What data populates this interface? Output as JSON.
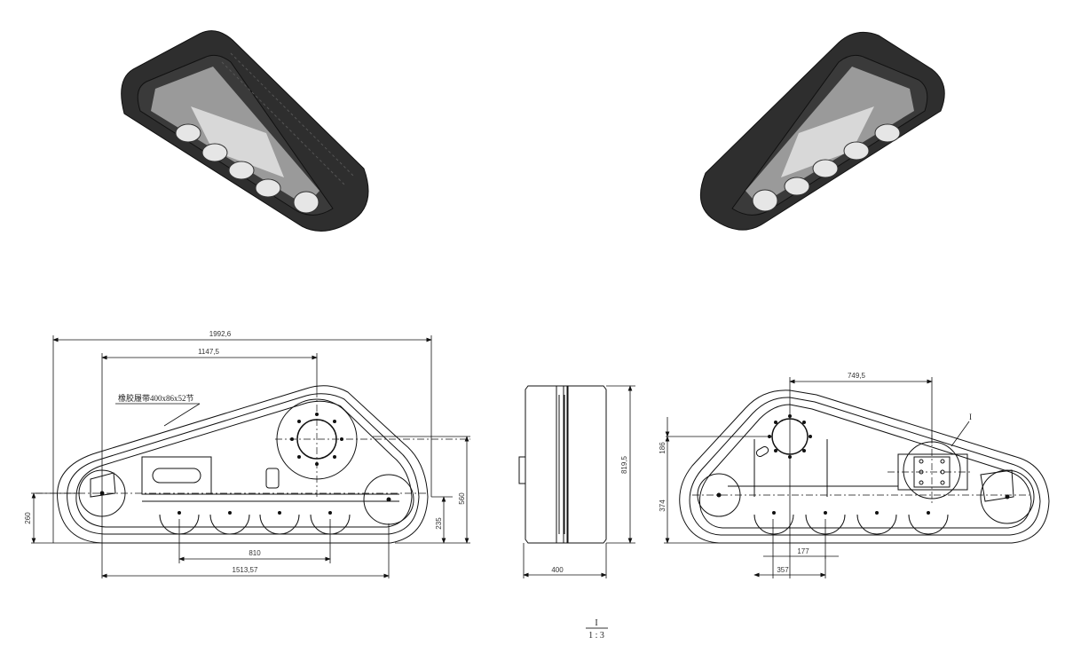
{
  "drawing": {
    "type": "Rubber crawler undercarriage assembly drawing",
    "views": [
      "isometric-left",
      "isometric-right",
      "front-view",
      "side-view",
      "rear-view"
    ],
    "callout_text": "橡胶履带400x86x52节",
    "detail_label": "I",
    "scale": {
      "label": "I",
      "ratio": "1 : 3"
    }
  },
  "dimensions": {
    "front": {
      "overall_length": "1992,6",
      "sprocket_offset": "1147,5",
      "idler_height": "260",
      "roller_pitch_span": "810",
      "wheelbase": "1513,57",
      "sprocket_height": "235",
      "overall_height": "560"
    },
    "side": {
      "height": "819,5",
      "width": "400"
    },
    "rear": {
      "sprocket_to_detail": "749,5",
      "sprocket_drop": "186",
      "idler_height": "374",
      "roller_offset": "177",
      "sprocket_to_roller": "357"
    }
  }
}
